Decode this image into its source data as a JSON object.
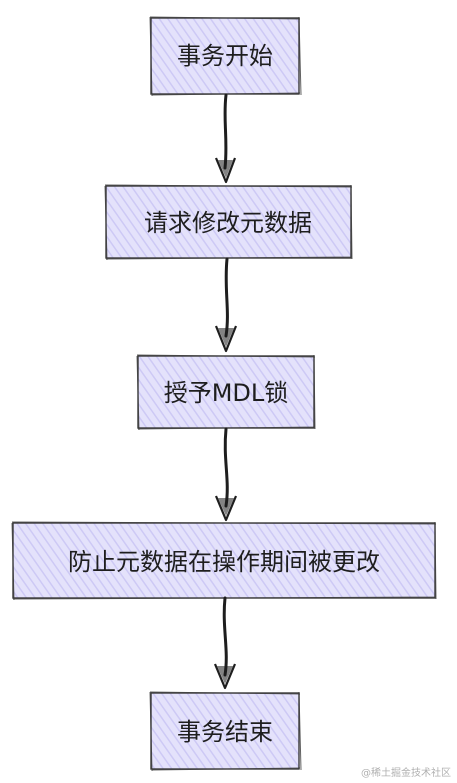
{
  "diagram": {
    "type": "flowchart",
    "nodes": [
      {
        "id": "start",
        "label": "事务开始"
      },
      {
        "id": "request",
        "label": "请求修改元数据"
      },
      {
        "id": "grant",
        "label": "授予MDL锁"
      },
      {
        "id": "prevent",
        "label": "防止元数据在操作期间被更改"
      },
      {
        "id": "end",
        "label": "事务结束"
      }
    ],
    "edges": [
      {
        "from": "start",
        "to": "request"
      },
      {
        "from": "request",
        "to": "grant"
      },
      {
        "from": "grant",
        "to": "prevent"
      },
      {
        "from": "prevent",
        "to": "end"
      }
    ],
    "colors": {
      "node_fill": "#e4e2fb",
      "node_hatch": "#c9c5f3",
      "node_stroke": "#3a3a3a",
      "arrow": "#1e1e1e",
      "text": "#1e1e1e"
    }
  },
  "watermark": "@稀土掘金技术社区"
}
